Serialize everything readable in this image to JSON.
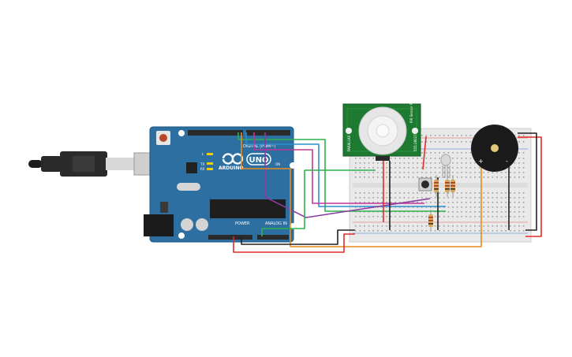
{
  "arduino": {
    "brand": "ARDUINO",
    "model": "UNO",
    "label_digital": "DIGITAL (PWM~)",
    "label_power": "POWER",
    "label_analog": "ANALOG IN",
    "label_tx": "TX",
    "label_rx": "RX",
    "label_l": "L",
    "label_on": "ON"
  },
  "pir_sensor": {
    "brand": "PARALLAX",
    "model": "555-28027",
    "side_label": "PIR Sensor Rev B"
  },
  "buzzer": {
    "plus": "+",
    "minus": "-"
  },
  "colors": {
    "board_blue": "#2d6fa0",
    "pcb_green": "#1e7a30",
    "wire_red": "#e32b2b",
    "wire_black": "#222222",
    "wire_green": "#2db24a",
    "wire_blue": "#2a8fd0",
    "wire_purple": "#8c3aa0",
    "wire_magenta": "#c0369a",
    "wire_orange": "#e88c1a",
    "breadboard": "#e9e9e9"
  }
}
